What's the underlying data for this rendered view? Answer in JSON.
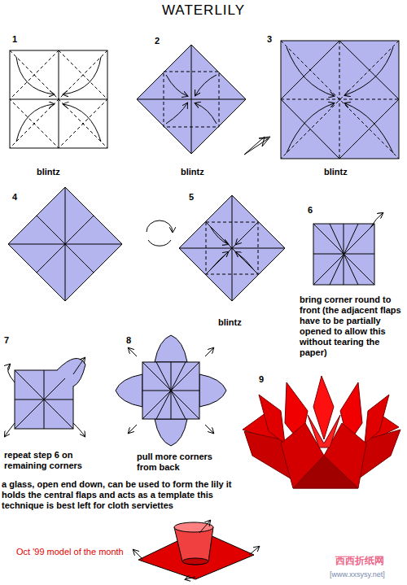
{
  "diagram": {
    "title": "WATERLILY",
    "labels": [
      "1",
      "2",
      "3",
      "blintz",
      "blintz",
      "blintz",
      "4",
      "5",
      "blintz",
      "6",
      "bring corner round to front (the adjacent flaps have to be partially opened to allow this without tearing the paper)",
      "7",
      "8",
      "9",
      "repeat step 6 on remaining corners",
      "pull more corners from back",
      "a glass, open end down, can be used to form the lily it holds the central flaps and acts as a template this technique is best left for cloth serviettes",
      "Oct '99 model of the month",
      "西西折纸网",
      "[www.xxsysy.net]"
    ]
  }
}
